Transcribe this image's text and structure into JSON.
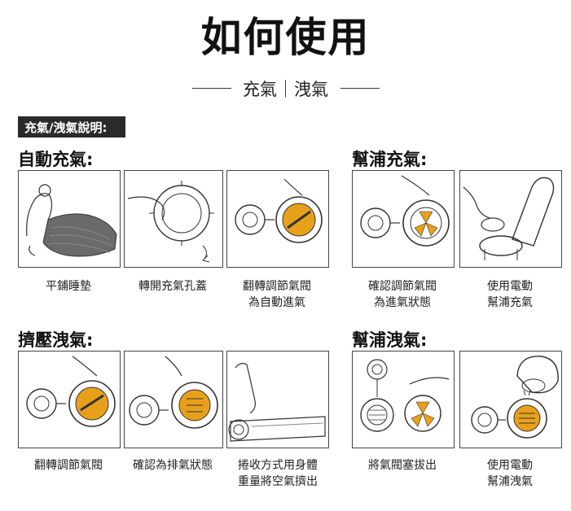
{
  "title": "如何使用",
  "subtitle": "充氣｜洩氣",
  "instructions_label": "充氣/洩氣說明:",
  "colors": {
    "accent": "#e8a01a",
    "mat": "#666666",
    "ink": "#222222"
  },
  "sections": {
    "auto_inflate": {
      "title": "自動充氣:",
      "steps": [
        "平鋪睡墊",
        "轉開充氣孔蓋",
        "翻轉調節氣閥\n為自動進氣"
      ]
    },
    "pump_inflate": {
      "title": "幫浦充氣:",
      "steps": [
        "確認調節氣閥\n為進氣狀態",
        "使用電動\n幫浦充氣"
      ]
    },
    "squeeze_deflate": {
      "title": "擠壓洩氣:",
      "steps": [
        "翻轉調節氣閥",
        "確認為排氣狀態",
        "捲收方式用身體\n重量將空氣擠出"
      ]
    },
    "pump_deflate": {
      "title": "幫浦洩氣:",
      "steps": [
        "將氣閥塞拔出",
        "使用電動\n幫浦洩氣"
      ]
    }
  }
}
